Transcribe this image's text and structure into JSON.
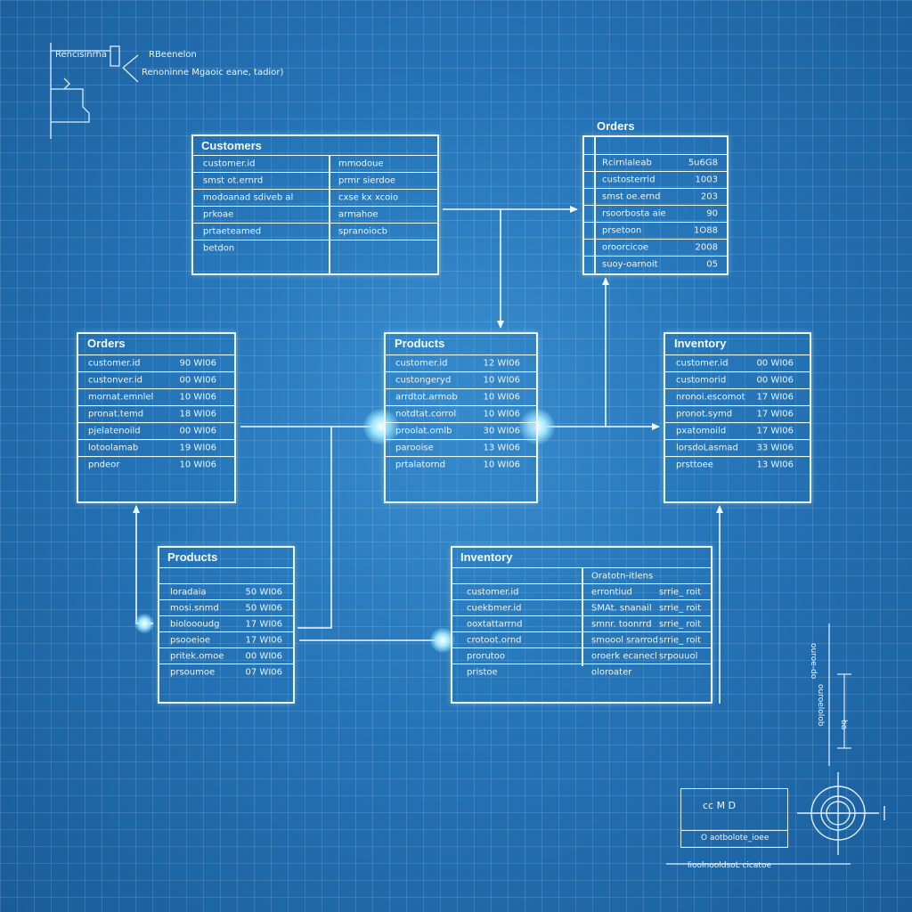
{
  "legend": {
    "label_a": "Rencisinrha",
    "label_b": "RBeenelon",
    "subtitle": "Renoninne Mgaoic eane, tadior)"
  },
  "tables": {
    "customers_top": {
      "title": "Customers",
      "rows": [
        [
          "customer.id",
          "mmodoue"
        ],
        [
          "smst ot.ernrd",
          "prmr sierdoe"
        ],
        [
          "modoanad sdiveb al",
          "cxse kx xcoio"
        ],
        [
          "prkoae",
          "armahoe"
        ],
        [
          "prtaeteamed",
          "spranoiocb"
        ],
        [
          "betdon",
          ""
        ]
      ]
    },
    "orders_top": {
      "title": "Orders",
      "rows": [
        [
          "Rcirnlaleab",
          "5u6G8"
        ],
        [
          "custosterrid",
          "1003"
        ],
        [
          "smst oe.ernd",
          "203"
        ],
        [
          "rsoorbosta aie",
          "90"
        ],
        [
          "prsetoon",
          "1O88"
        ],
        [
          "oroorcicoe",
          "2008"
        ],
        [
          "suoy-oarnoit",
          "05"
        ]
      ]
    },
    "orders_left": {
      "title": "Orders",
      "rows": [
        [
          "customer.id",
          "90 WI06"
        ],
        [
          "custonver.id",
          "00 WI06"
        ],
        [
          "mornat.emnlel",
          "10 WI06"
        ],
        [
          "pronat.temd",
          "18 WI06"
        ],
        [
          "pjelatenoild",
          "00 WI06"
        ],
        [
          "lotoolamab",
          "19 WI06"
        ],
        [
          "pndeor",
          "10 WI06"
        ]
      ]
    },
    "products_mid": {
      "title": "Products",
      "rows": [
        [
          "customer.id",
          "12 WI06"
        ],
        [
          "custongeryd",
          "10 WI06"
        ],
        [
          "arrdtot.armob",
          "10 WI06"
        ],
        [
          "notdtat.corrol",
          "10 WI06"
        ],
        [
          "proolat.omlb",
          "30 WI06"
        ],
        [
          "parooise",
          "13 WI06"
        ],
        [
          "prtalatornd",
          "10 WI06"
        ]
      ]
    },
    "inventory_right": {
      "title": "Inventory",
      "rows": [
        [
          "customer.id",
          "00 WI06"
        ],
        [
          "customorid",
          "00 WI06"
        ],
        [
          "nronoi.escomot",
          "17 WI06"
        ],
        [
          "pronot.symd",
          "17 WI06"
        ],
        [
          "pxatomoild",
          "17 WI06"
        ],
        [
          "lorsdoLasmad",
          "33 WI06"
        ],
        [
          "prsttoee",
          "13 WI06"
        ]
      ]
    },
    "products_bottom": {
      "title": "Products",
      "rows": [
        [
          "loradaia",
          "50 WI06"
        ],
        [
          "mosi.snmd",
          "50 WI06"
        ],
        [
          "bioloooudg",
          "17 WI06"
        ],
        [
          "psooeioe",
          "17 WI06"
        ],
        [
          "pritek.omoe",
          "00 WI06"
        ],
        [
          "prsoumoe",
          "07 WI06"
        ]
      ]
    },
    "inventory_bottom": {
      "title": "Inventory",
      "header_right": "Oratotn-itlens",
      "rows": [
        [
          "customer.id",
          "errontiud",
          "srrie_ roit"
        ],
        [
          "cuekbmer.id",
          "SMAt. snanail",
          "srrie_ roit"
        ],
        [
          "ooxtattarrnd",
          "smnr. toonrrd",
          "srrie_ roit"
        ],
        [
          "crotoot.ornd",
          "smoool srarrod",
          "srrie_ roit"
        ],
        [
          "prorutoo",
          "oroerk ecanecl",
          "srpouuol"
        ],
        [
          "pristoe",
          "oloroater",
          ""
        ]
      ]
    }
  },
  "bottom_right": {
    "box_icons": "cc M D",
    "box_label": "O aotbolote_ioee",
    "caption": "lioolnooldsoL cicatoe",
    "vertical_a": "ouroe-do",
    "vertical_b": "ouroelolob",
    "vertical_c": "ba"
  }
}
